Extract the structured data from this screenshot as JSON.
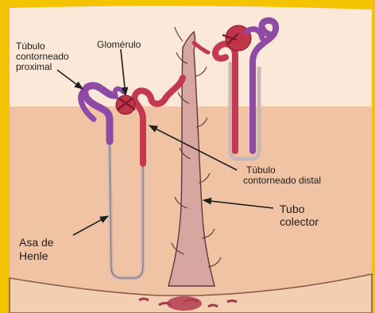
{
  "labels": {
    "tubulo_proximal": [
      "Túbulo",
      "contorneado",
      "proximal"
    ],
    "glomerulo": "Glomérulo",
    "tubulo_distal": [
      "Túbulo",
      "contorneado distal"
    ],
    "tubo_colector": [
      "Tubo",
      "colector"
    ],
    "asa_henle": [
      "Asa de",
      "Henle"
    ]
  },
  "colors": {
    "frame": "#f5c400",
    "cortex": "#fbe8d8",
    "medulla": "#efc3a3",
    "collecting_duct": "#d8a6a0",
    "proximal_tubule": "#8f4aa3",
    "distal_tubule": "#c4394f",
    "glomerulus": "#c23448",
    "loop_of_henle": "#c9b6b6"
  },
  "icons": {
    "arrow": "arrow-icon"
  }
}
